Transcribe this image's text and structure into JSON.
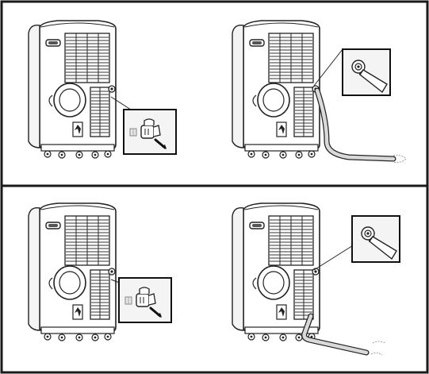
{
  "document": {
    "type": "instruction-illustration",
    "panels": [
      {
        "id": "top",
        "steps": [
          {
            "illustration": "portable-ac-rear-with-drain-plug-inset",
            "icon": "drain-plug-icon"
          },
          {
            "illustration": "portable-ac-rear-with-drain-hose-inset",
            "icon": "drain-hose-icon"
          }
        ]
      },
      {
        "id": "bottom",
        "steps": [
          {
            "illustration": "portable-ac-rear-with-drain-plug-inset",
            "icon": "drain-plug-icon"
          },
          {
            "illustration": "portable-ac-rear-with-drain-hose-inset",
            "icon": "drain-hose-icon"
          }
        ]
      }
    ]
  },
  "colors": {
    "frame": "#1a1a1a",
    "unit_body": "#ffffff",
    "grille": "#3a3a3a",
    "hose": "#d9d9d9"
  }
}
